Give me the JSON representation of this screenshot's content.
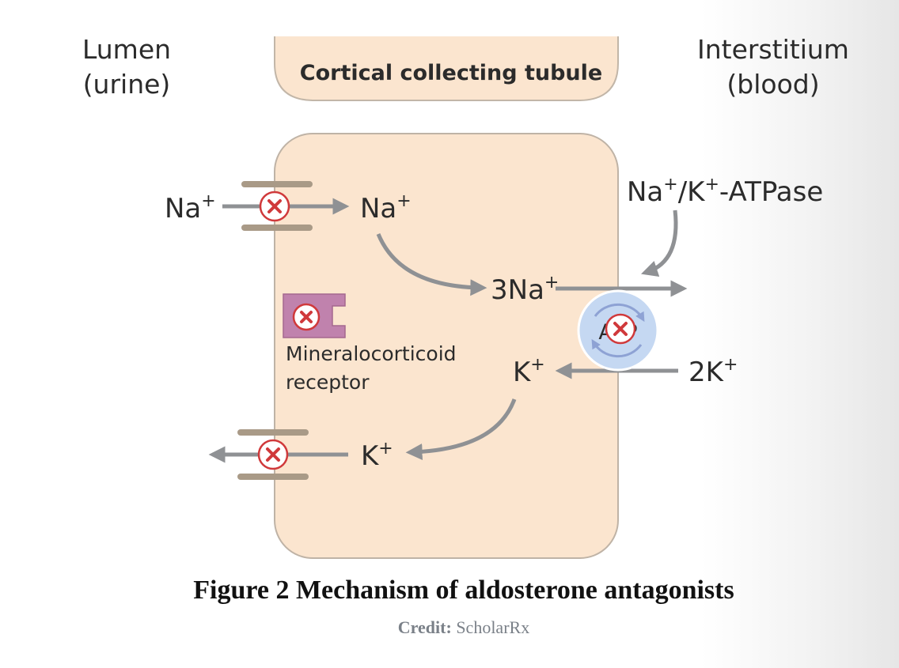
{
  "regions": {
    "lumen_line1": "Lumen",
    "lumen_line2": "(urine)",
    "interstitium_line1": "Interstitium",
    "interstitium_line2": "(blood)"
  },
  "tubule_label": "Cortical collecting tubule",
  "ions": {
    "na_lumen": "Na",
    "na_cell": "Na",
    "na_three": "3Na",
    "k_cell": "K",
    "k_lumen": "K",
    "k_two": "2K",
    "plus": "+"
  },
  "pump": {
    "label_a": "Na",
    "label_b": "/K",
    "label_c": "-ATPase",
    "plus": "+",
    "center_partial": "ATP"
  },
  "receptor": {
    "line1": "Mineralocorticoid",
    "line2": "receptor"
  },
  "caption": "Figure 2 Mechanism of aldosterone antagonists",
  "credit": {
    "label": "Credit:",
    "source": "ScholarRx"
  },
  "colors": {
    "cell_fill": "#fbe5cf",
    "cell_stroke": "#bfb3a6",
    "arrow": "#8f9194",
    "channel": "#a99a87",
    "block_red": "#d0393b",
    "receptor": "#c082ad",
    "pump_fill": "#c5d8f2"
  }
}
